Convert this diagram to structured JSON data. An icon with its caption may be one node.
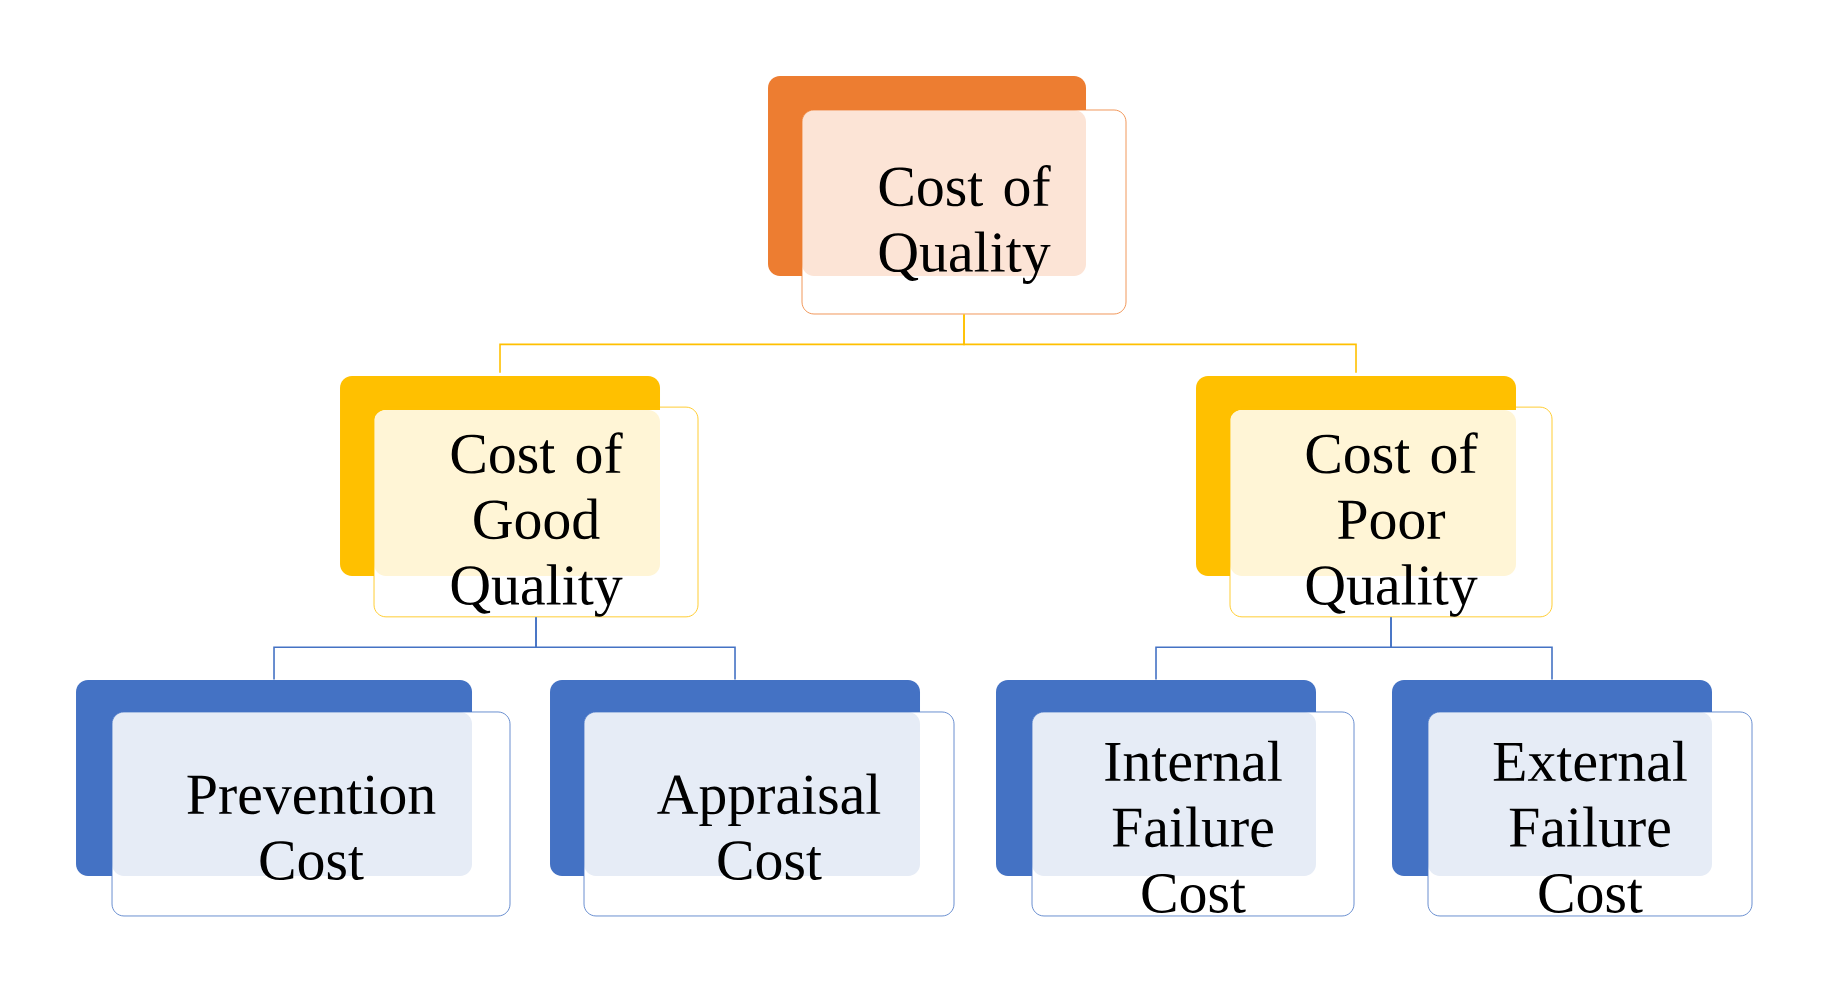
{
  "diagram": {
    "nodes": [
      {
        "text": [
          "Cost of Quality"
        ]
      },
      {
        "text": [
          "Cost of Good Quality"
        ]
      },
      {
        "text": [
          "Cost of Poor Quality"
        ]
      },
      {
        "text": [
          "Prevention Cost"
        ]
      },
      {
        "text": [
          "Appraisal Cost"
        ]
      },
      {
        "text": [
          "Internal Failure Cost"
        ]
      },
      {
        "text": [
          "External Failure Cost"
        ]
      }
    ],
    "edges": [
      {
        "from": 0,
        "to": 1,
        "arrow": "none",
        "color": "#ffc000"
      },
      {
        "from": 0,
        "to": 2,
        "arrow": "none",
        "color": "#ffc000"
      },
      {
        "from": 1,
        "to": 3,
        "arrow": "none"
      },
      {
        "from": 1,
        "to": 4,
        "arrow": "none"
      },
      {
        "from": 2,
        "to": 5,
        "arrow": "none"
      },
      {
        "from": 2,
        "to": 6,
        "arrow": "none"
      }
    ]
  }
}
